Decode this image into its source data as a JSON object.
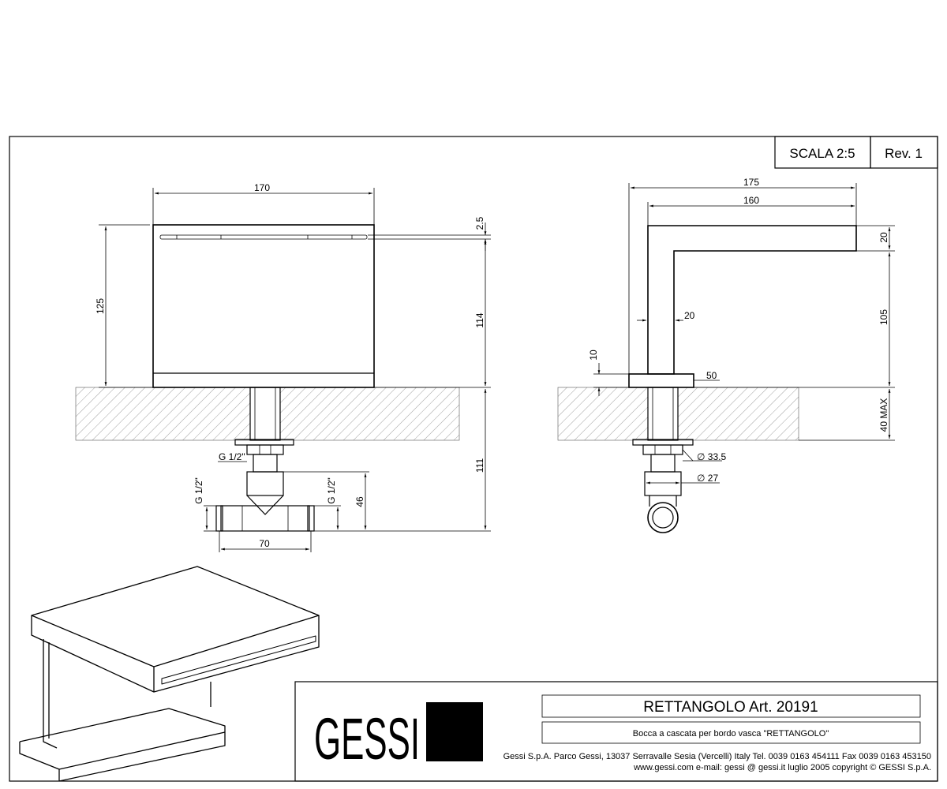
{
  "header": {
    "scale": "SCALA 2:5",
    "revision": "Rev. 1"
  },
  "front_view": {
    "width": "170",
    "height_total": "125",
    "slot": "2.5",
    "body_height": "114",
    "below_height": "111",
    "thread_top": "G 1/2\"",
    "thread_left": "G 1/2\"",
    "thread_right": "G 1/2\"",
    "tee_height": "46",
    "tee_width": "70"
  },
  "side_view": {
    "depth_total": "175",
    "spout_length": "160",
    "spout_thickness": "20",
    "column_height": "105",
    "column_width": "20",
    "plate_thickness": "10",
    "plate_width": "50",
    "deck_max": "40 MAX",
    "nut_diameter": "∅ 33.5",
    "pipe_diameter": "∅ 27"
  },
  "title_block": {
    "brand": "GESSI",
    "product": "RETTANGOLO  Art. 20191",
    "description": "Bocca a cascata per bordo vasca \"RETTANGOLO\"",
    "address": "Gessi S.p.A. Parco Gessi, 13037 Serravalle Sesia (Vercelli) Italy Tel. 0039  0163 454111 Fax 0039 0163 453150",
    "contact": "www.gessi.com e-mail: gessi @ gessi.it luglio 2005 copyright © GESSI S.p.A."
  }
}
